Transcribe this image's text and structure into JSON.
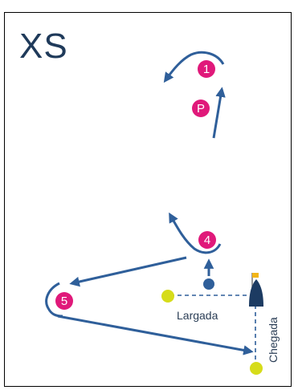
{
  "title": "XS",
  "marks": [
    {
      "id": "1",
      "label": "1"
    },
    {
      "id": "p",
      "label": "P"
    },
    {
      "id": "4",
      "label": "4"
    },
    {
      "id": "5",
      "label": "5"
    }
  ],
  "start_label": "Largada",
  "finish_label": "Chegada",
  "colors": {
    "mark": "#e0197a",
    "buoy": "#d6dc1a",
    "course": "#2f5f9a",
    "boat": "#1c3b62",
    "flag": "#f2b517"
  }
}
